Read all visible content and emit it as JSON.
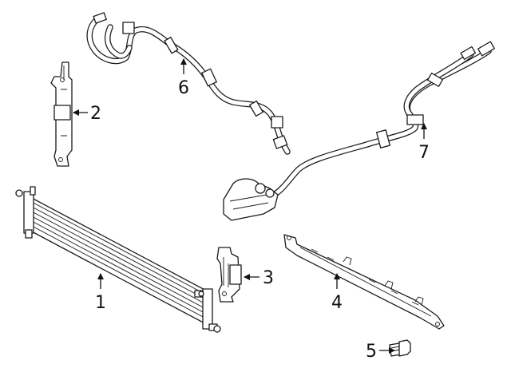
{
  "callouts": [
    {
      "id": "1",
      "label": "1",
      "part": "cooler-core"
    },
    {
      "id": "2",
      "label": "2",
      "part": "upper-bracket"
    },
    {
      "id": "3",
      "label": "3",
      "part": "side-bracket"
    },
    {
      "id": "4",
      "label": "4",
      "part": "lower-support-rail"
    },
    {
      "id": "5",
      "label": "5",
      "part": "bolt"
    },
    {
      "id": "6",
      "label": "6",
      "part": "inlet-hose"
    },
    {
      "id": "7",
      "label": "7",
      "part": "outlet-tube"
    }
  ]
}
